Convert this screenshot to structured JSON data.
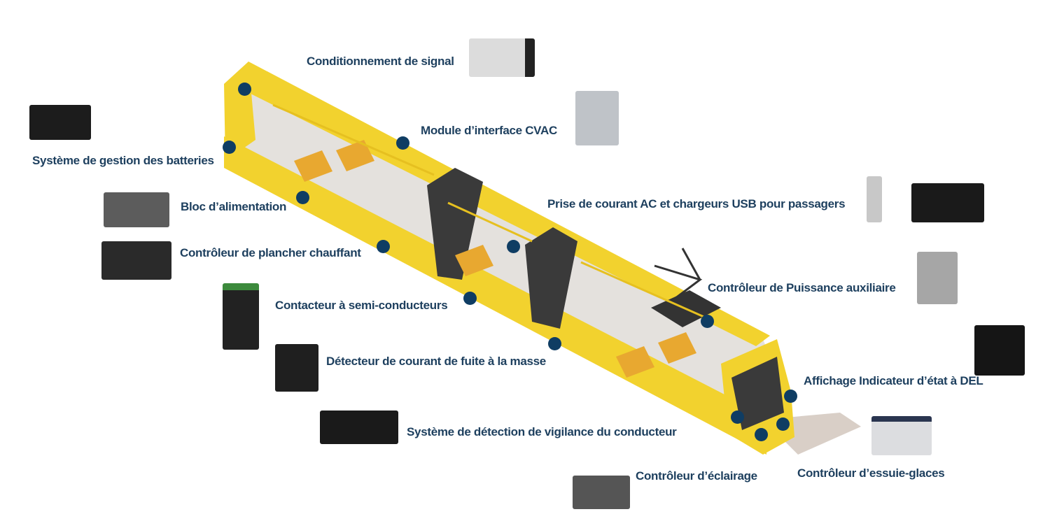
{
  "colors": {
    "label": "#1d3f5e",
    "hotspot": "#0f3d63",
    "tram_body": "#f2d22e",
    "interior": "#e4e1dd"
  },
  "labels": {
    "signal": "Conditionnement de signal",
    "hvac": "Module d’interface CVAC",
    "battery": "Système de gestion des batteries",
    "power_supply": "Bloc d’alimentation",
    "outlets": "Prise de courant AC et chargeurs USB pour passagers",
    "heated_floor": "Contrôleur de plancher chauffant",
    "aux_power": "Contrôleur de Puissance auxiliaire",
    "ssr": "Contacteur à semi-conducteurs",
    "ground_fault": "Détecteur de courant de fuite à la masse",
    "led_display": "Affichage Indicateur d’état à DEL",
    "vigilance": "Système de détection de vigilance du conducteur",
    "lighting": "Contrôleur d’éclairage",
    "wiper": "Contrôleur d’essuie-glaces"
  }
}
